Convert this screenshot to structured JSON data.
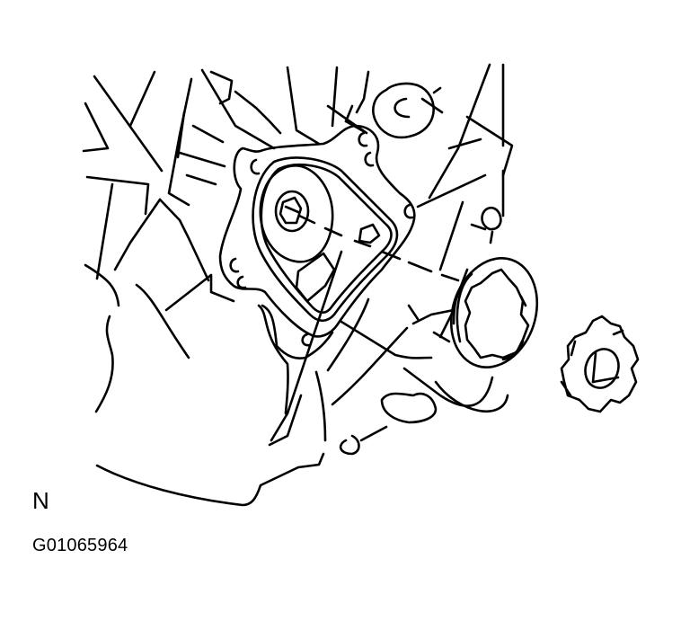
{
  "diagram": {
    "type": "technical-illustration",
    "subject": "oil pump housing with drive rotor and driven rotor removed",
    "components": [
      {
        "name": "engine-block-housing",
        "description": "transmission/engine case outline"
      },
      {
        "name": "oil-pump-body",
        "description": "pump cover with bolt holes and crankshaft bore"
      },
      {
        "name": "driven-rotor",
        "description": "outer rotor ring with internal lobes"
      },
      {
        "name": "drive-rotor",
        "description": "inner rotor gear with flat-sided center hole"
      }
    ],
    "line_color": "#000000",
    "background_color": "#ffffff"
  },
  "labels": {
    "view_letter": "N",
    "figure_code": "G01065964"
  }
}
